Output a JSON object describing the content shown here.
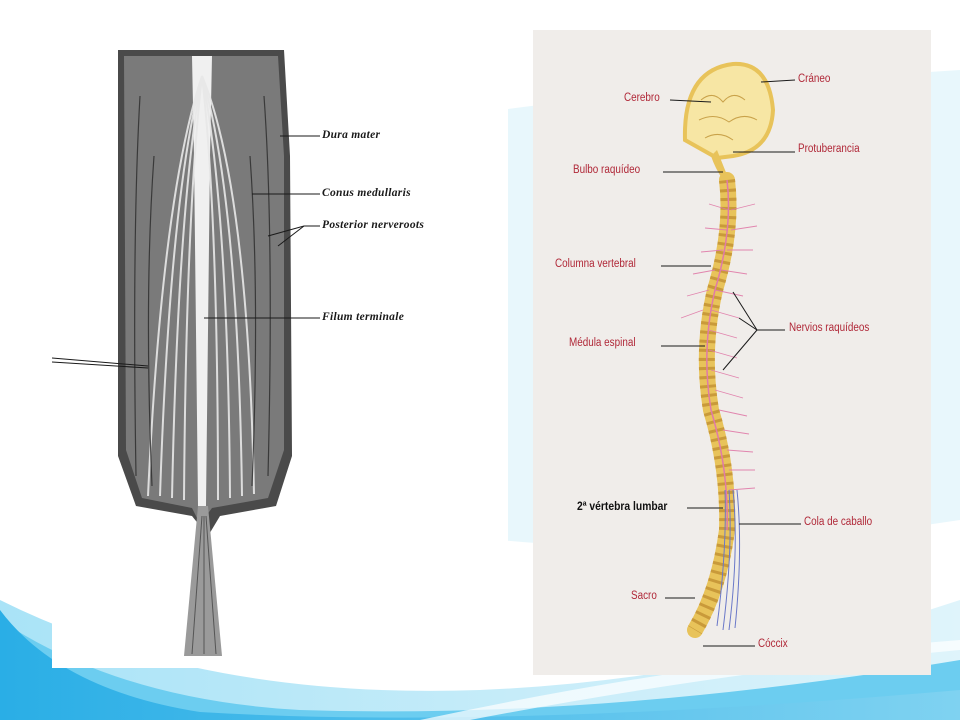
{
  "theme": {
    "background": "#ffffff",
    "wave_colors": [
      "#2aaee6",
      "#6ccdf0",
      "#a9e3f7",
      "#dff4fb"
    ],
    "label_red": "#b02838",
    "bone_yellow": "#e8c35a",
    "nerve_pink": "#e07aa8",
    "nerve_blue": "#6a78c8"
  },
  "left_figure": {
    "labels": [
      {
        "text": "Dura mater"
      },
      {
        "text": "Conus medullaris"
      },
      {
        "text": "Posterior nerveroots"
      },
      {
        "text": "Filum terminale"
      }
    ]
  },
  "right_figure": {
    "labels": [
      {
        "text": "Cerebro"
      },
      {
        "text": "Cráneo"
      },
      {
        "text": "Protuberancia"
      },
      {
        "text": "Bulbo raquídeo"
      },
      {
        "text": "Columna vertebral"
      },
      {
        "text": "Nervios raquídeos"
      },
      {
        "text": "Médula espinal"
      },
      {
        "text": "2ª vértebra lumbar"
      },
      {
        "text": "Cola de caballo"
      },
      {
        "text": "Sacro"
      },
      {
        "text": "Cóccix"
      }
    ]
  }
}
